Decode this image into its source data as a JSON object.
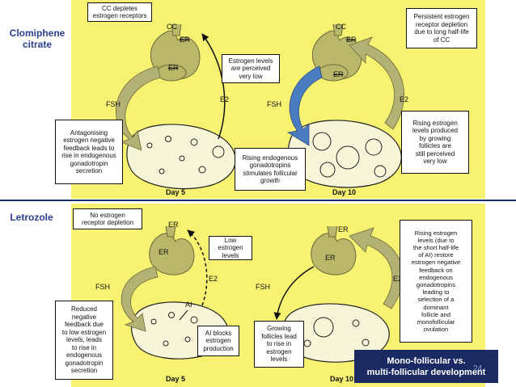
{
  "labels": {
    "clomiphene": "Clomiphene\ncitrate",
    "letrozole": "Letrozole"
  },
  "top": {
    "box_cc_depletes": "CC depletes\nestrogen receptors",
    "cc1": "CC",
    "er1a": "ER",
    "er1b": "ER",
    "box_estrogen_perceived": "Estrogen levels\nare perceived\nvery low",
    "e2_1": "E2",
    "fsh1": "FSH",
    "box_antagonising": "Antagonising\nestrogen negative\nfeedback leads to\nrise in endogenous\ngonadotropin\nsecretion",
    "day5": "Day 5",
    "cc2": "CC",
    "er2a": "ER",
    "er2b": "ER",
    "box_persistent": "Persistent estrogen\nreceptor depletion\ndue to long half-life\nof CC",
    "e2_2": "E2",
    "fsh2": "FSH",
    "box_rising_estrogen": "Rising estrogen\nlevels produced\nby growing\nfollicles are\nstill perceived\nvery low",
    "box_rising_endogenous": "Rising endogenous\ngonadotropins\nstimulates follicular\ngrowth",
    "day10": "Day 10"
  },
  "bottom": {
    "box_no_depletion": "No estrogen\nreceptor depletion",
    "er1a": "ER",
    "er1b": "ER",
    "box_low_estrogen": "Low estrogen\nlevels",
    "e2_1": "E2",
    "ai": "AI",
    "fsh1": "FSH",
    "box_reduced": "Reduced\nnegative\nfeedback due\nto low estrogen\nlevels, leads\nto rise in\nendogenous\ngonadotropin\nsecretion",
    "box_ai_blocks": "AI blocks\nestrogen\nproduction",
    "day5": "Day 5",
    "er2a": "ER",
    "er2b": "ER",
    "fsh2": "FSH",
    "e2_2": "E2",
    "box_growing": "Growing\nfollicles lead\nto rise in\nestrogen\nlevels",
    "box_rising_restore": "Rising estrogen\nlevels (due to\nthe short half-life\nof AI) restore\nestrogen negative\nfeedback on\nendogenous\ngonadotropins\nleading to\nselection of a\ndominant\nfollicle and\nmonofollicular\novulation",
    "day10": "Day 10"
  },
  "caption": {
    "line1": "Mono-follicular vs.",
    "line2": "multi-follicular development"
  },
  "page_number": "24",
  "colors": {
    "panel": "#f7f272",
    "label": "#2a3f8f",
    "gland": "#b9b86a",
    "arrow_gray": "#b3b274",
    "arrow_blue": "#4a7cc0",
    "caption_bg": "#1b2a62"
  }
}
